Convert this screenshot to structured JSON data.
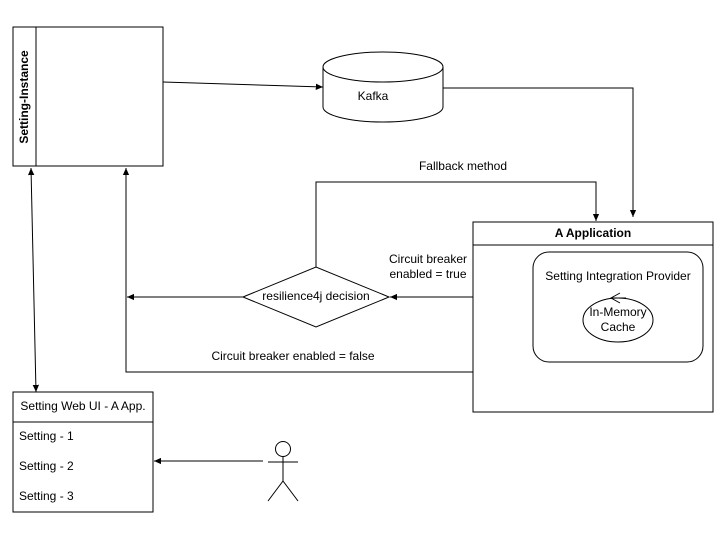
{
  "setting_instance": {
    "label": "Setting-Instance"
  },
  "kafka": {
    "label": "Kafka"
  },
  "a_application": {
    "title": "A Application",
    "provider": {
      "title": "Setting Integration Provider",
      "cache_line1": "In-Memory",
      "cache_line2": "Cache"
    }
  },
  "decision": {
    "label": "resilience4j decision"
  },
  "edges": {
    "fallback": "Fallback method",
    "cb_true_line1": "Circuit breaker",
    "cb_true_line2": "enabled = true",
    "cb_false": "Circuit breaker enabled = false"
  },
  "web_ui": {
    "title": "Setting Web UI - A App.",
    "items": [
      "Setting - 1",
      "Setting - 2",
      "Setting - 3"
    ]
  },
  "colors": {
    "stroke": "#000000",
    "fill": "#ffffff"
  }
}
